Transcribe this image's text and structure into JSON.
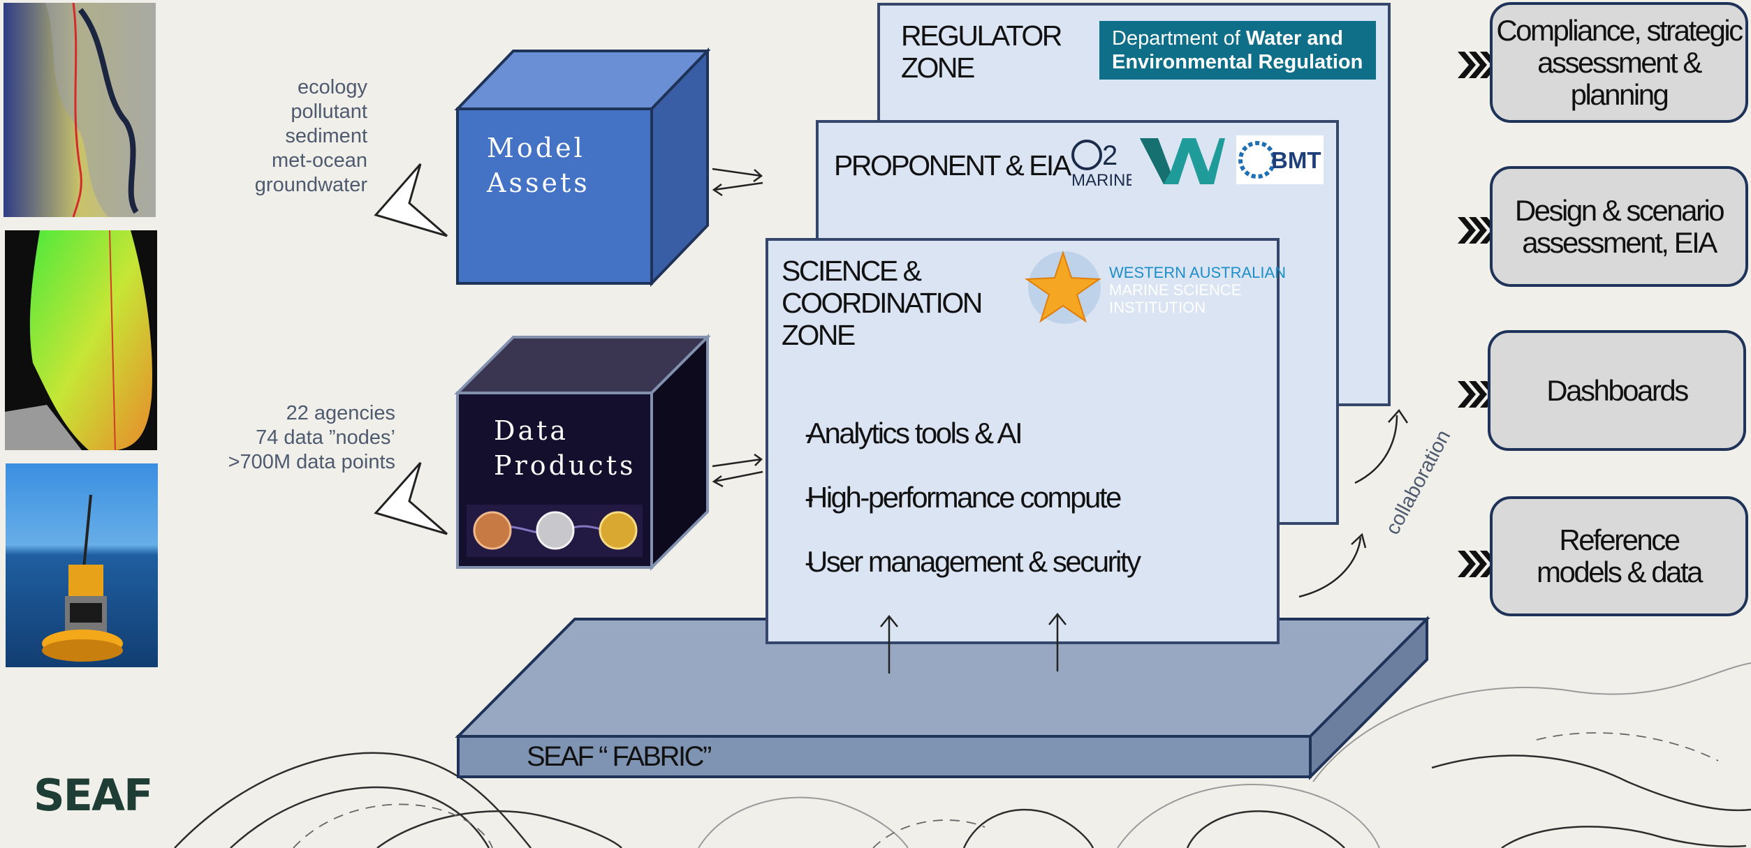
{
  "left_notes": {
    "models": [
      "ecology",
      "pollutant",
      "sediment",
      "met-ocean",
      "groundwater"
    ],
    "data": [
      "22 agencies",
      "74 data ”nodes’",
      ">700M data points"
    ]
  },
  "cubes": {
    "model_assets": "Model\nAssets",
    "data_products": "Data\nProducts"
  },
  "zones": {
    "regulator": {
      "title": "REGULATOR\nZONE",
      "logo_text_light": "Department of",
      "logo_text_bold": "Water and Environmental Regulation"
    },
    "proponent": {
      "title": "PROPONENT & EIA",
      "logo_o2": "MARINE",
      "logo_bmt": "BMT"
    },
    "science": {
      "title": "SCIENCE &\nCOORDINATION\nZONE",
      "logo_line1": "WESTERN AUSTRALIAN",
      "logo_line2": "MARINE SCIENCE",
      "logo_line3": "INSTITUTION",
      "bullets": [
        "Analytics tools & AI",
        "High-performance compute",
        "User management & security"
      ]
    }
  },
  "fabric_label": "SEAF “ FABRIC”",
  "collaboration_label": "collaboration",
  "outputs": [
    "Compliance, strategic assessment & planning",
    "Design & scenario assessment, EIA",
    "Dashboards",
    "Reference models & data"
  ],
  "logo_text": "SEAF",
  "colors": {
    "background": "#f0efea",
    "zone_fill": "#dbe4f3",
    "zone_border": "#34466a",
    "model_cube": "#4472c4",
    "data_cube": "#150f2e",
    "fabric_top": "#98a8c2",
    "output_fill": "#d9d9d9",
    "seaf_logo": "#1e3d34"
  }
}
